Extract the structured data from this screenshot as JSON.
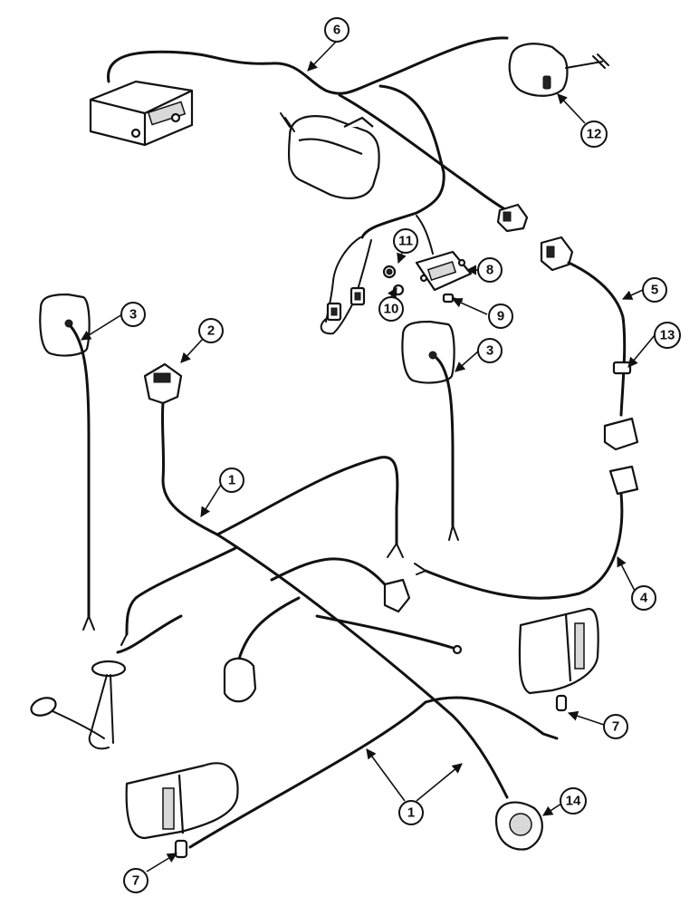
{
  "callouts": {
    "c1a": "1",
    "c1b": "1",
    "c2": "2",
    "c3a": "3",
    "c3b": "3",
    "c4": "4",
    "c5": "5",
    "c6": "6",
    "c7a": "7",
    "c7b": "7",
    "c8": "8",
    "c9": "9",
    "c10": "10",
    "c11": "11",
    "c12": "12",
    "c13": "13",
    "c14": "14"
  }
}
